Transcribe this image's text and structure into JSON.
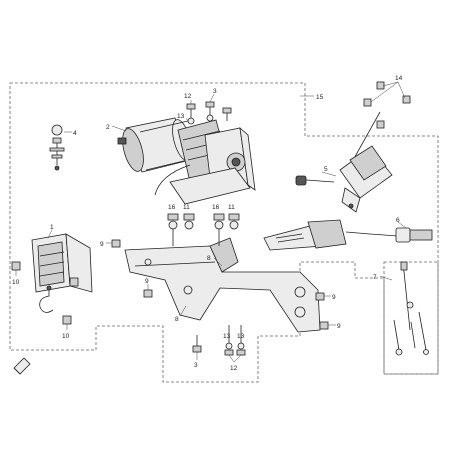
{
  "callouts": {
    "c1": "1",
    "c2": "2",
    "c3a": "3",
    "c3b": "3",
    "c4": "4",
    "c5": "5",
    "c6": "6",
    "c7": "7",
    "c8a": "8",
    "c8b": "8",
    "c9a": "9",
    "c9b": "9",
    "c9c": "9",
    "c9d": "9",
    "c10a": "10",
    "c10b": "10",
    "c11a": "11",
    "c11b": "11",
    "c12a": "12",
    "c12b": "12",
    "c13a": "13",
    "c13b": "13",
    "c14": "14",
    "c15": "15",
    "c16a": "16",
    "c16b": "16"
  },
  "colors": {
    "line": "#222222",
    "boundary": "#666666",
    "fill_light": "#ececec",
    "fill_mid": "#cfcfcf"
  },
  "icons": {
    "orientation": "arrow-indicator-icon"
  }
}
